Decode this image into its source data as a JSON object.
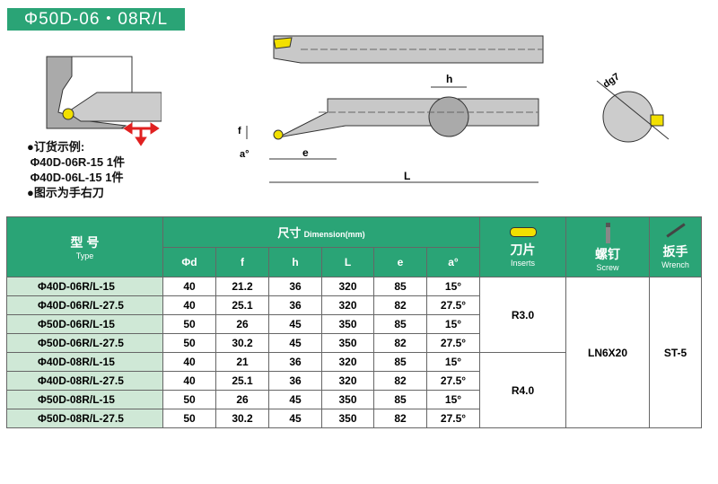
{
  "title": "Φ50D-06・08R/L",
  "notes": {
    "bullet1": "●订货示例:",
    "line1": " Φ40D-06R-15 1件",
    "line2": " Φ40D-06L-15 1件",
    "bullet2": "●图示为手右刀"
  },
  "diagram_labels": {
    "h": "h",
    "f": "f",
    "e": "e",
    "L": "L",
    "a": "a°",
    "dg7": "dg7"
  },
  "table": {
    "type_cn": "型 号",
    "type_en": "Type",
    "dim_cn": "尺寸",
    "dim_en": "Dimension(mm)",
    "cols": [
      "Φd",
      "f",
      "h",
      "L",
      "e",
      "a°"
    ],
    "inserts_cn": "刀片",
    "inserts_en": "Inserts",
    "screw_cn": "螺钉",
    "screw_en": "Screw",
    "wrench_cn": "扳手",
    "wrench_en": "Wrench",
    "rows": [
      [
        "Φ40D-06R/L-15",
        "40",
        "21.2",
        "36",
        "320",
        "85",
        "15°"
      ],
      [
        "Φ40D-06R/L-27.5",
        "40",
        "25.1",
        "36",
        "320",
        "82",
        "27.5°"
      ],
      [
        "Φ50D-06R/L-15",
        "50",
        "26",
        "45",
        "350",
        "85",
        "15°"
      ],
      [
        "Φ50D-06R/L-27.5",
        "50",
        "30.2",
        "45",
        "350",
        "82",
        "27.5°"
      ],
      [
        "Φ40D-08R/L-15",
        "40",
        "21",
        "36",
        "320",
        "85",
        "15°"
      ],
      [
        "Φ40D-08R/L-27.5",
        "40",
        "25.1",
        "36",
        "320",
        "82",
        "27.5°"
      ],
      [
        "Φ50D-08R/L-15",
        "50",
        "26",
        "45",
        "350",
        "85",
        "15°"
      ],
      [
        "Φ50D-08R/L-27.5",
        "50",
        "30.2",
        "45",
        "350",
        "82",
        "27.5°"
      ]
    ],
    "insert_groups": [
      "R3.0",
      "R4.0"
    ],
    "screw": "LN6X20",
    "wrench": "ST-5"
  }
}
